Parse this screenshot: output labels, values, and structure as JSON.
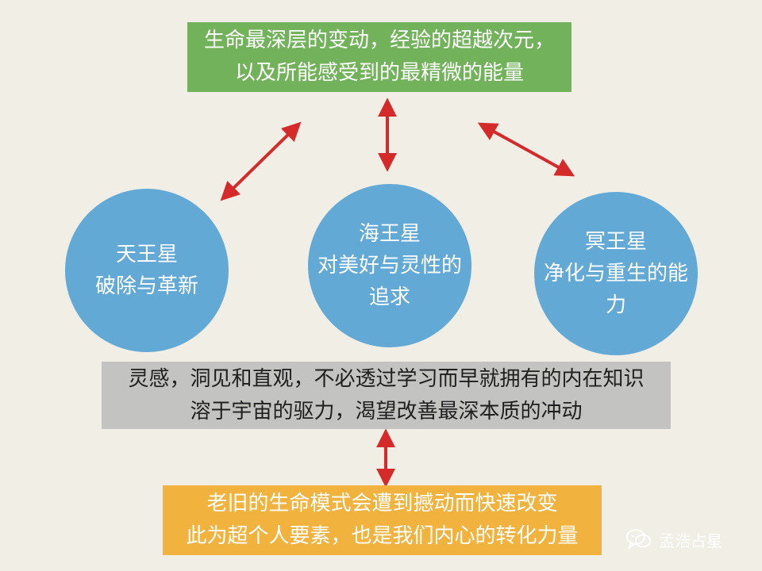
{
  "top_box": {
    "lines": [
      "生命最深层的变动，经验的超越次元，",
      "以及所能感受到的最精微的能量"
    ]
  },
  "circles": [
    {
      "lines": [
        "天王星",
        "破除与革新"
      ]
    },
    {
      "lines": [
        "海王星",
        "对美好与灵性的",
        "追求"
      ]
    },
    {
      "lines": [
        "冥王星",
        "净化与重生的能",
        "力"
      ]
    }
  ],
  "middle_box": {
    "lines": [
      "灵感，洞见和直观，不必透过学习而早就拥有的内在知识",
      "溶于宇宙的驱力，渴望改善最深本质的冲动"
    ]
  },
  "bottom_box": {
    "lines": [
      "老旧的生命模式会遭到撼动而快速改变",
      "此为超个人要素，也是我们内心的转化力量"
    ]
  },
  "watermark": {
    "text": "孟浩占星",
    "icon": "wechat-icon"
  },
  "colors": {
    "background": "#f1eee6",
    "top_box": "#72b25b",
    "circles": "#63a9d6",
    "middle_box": "#c3c3c1",
    "bottom_box": "#f1b33e",
    "arrows": "#d42a2a"
  }
}
